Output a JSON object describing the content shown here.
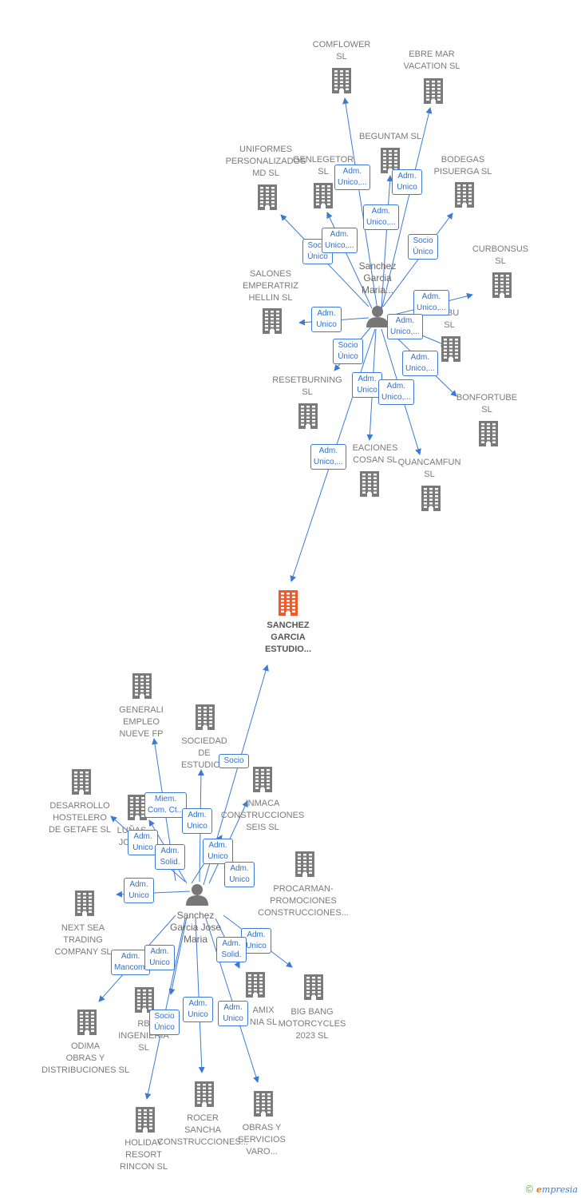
{
  "focus_company": {
    "name": "SANCHEZ\nGARCIA\nESTUDIO...",
    "color": "#f05a28"
  },
  "persons": [
    {
      "id": "p1",
      "name": "Sanchez\nGarcia\nMaria..."
    },
    {
      "id": "p2",
      "name": "Sanchez\nGarcia Jose\nMaria"
    }
  ],
  "companies": [
    {
      "id": "comflower",
      "name": "COMFLOWER\nSL"
    },
    {
      "id": "ebremar",
      "name": "EBRE MAR\nVACATION  SL"
    },
    {
      "id": "beguntam",
      "name": "BEGUNTAM  SL"
    },
    {
      "id": "uniformes",
      "name": "UNIFORMES\nPERSONALIZADOS\nMD SL"
    },
    {
      "id": "genlegetor",
      "name": "GENLEGETOR\nSL"
    },
    {
      "id": "bodegas",
      "name": "BODEGAS\nPISUERGA SL"
    },
    {
      "id": "curbonsus",
      "name": "CURBONSUS\nSL"
    },
    {
      "id": "salones",
      "name": "SALONES\nEMPERATRIZ\nHELLIN SL"
    },
    {
      "id": "mbu",
      "name": "MBU\nSL"
    },
    {
      "id": "resetburning",
      "name": "RESETBURNING\nSL"
    },
    {
      "id": "bonfortube",
      "name": "BONFORTUBE\nSL"
    },
    {
      "id": "eaciones",
      "name": "EACIONES\nCOSAN  SL"
    },
    {
      "id": "quancamfun",
      "name": "QUANCAMFUN\nSL"
    },
    {
      "id": "generali",
      "name": "GENERALI\nEMPLEO\nNUEVE FP"
    },
    {
      "id": "sociedad",
      "name": "SOCIEDAD\nDE\nESTUDIO..."
    },
    {
      "id": "inmaca",
      "name": "INMACA\nCONSTRUCCIONES\nSEIS SL"
    },
    {
      "id": "desarrollo",
      "name": "DESARROLLO\nHOSTELERO\nDE GETAFE SL"
    },
    {
      "id": "lunas",
      "name": "LUÑAS\nJOIV..."
    },
    {
      "id": "procarman",
      "name": "PROCARMAN-\nPROMOCIONES\nCONSTRUCCIONES..."
    },
    {
      "id": "nextsea",
      "name": "NEXT SEA\nTRADING\nCOMPANY  SL"
    },
    {
      "id": "bigbang",
      "name": "BIG BANG\nMOTORCYCLES\n2023  SL"
    },
    {
      "id": "amix",
      "name": "AMIX\nNIA  SL"
    },
    {
      "id": "rb",
      "name": "RB\nINGENIERIA\nSL"
    },
    {
      "id": "odima",
      "name": "ODIMA\nOBRAS Y\nDISTRIBUCIONES SL"
    },
    {
      "id": "rocer",
      "name": "ROCER\nSANCHA\nCONSTRUCCIONES..."
    },
    {
      "id": "obras",
      "name": "OBRAS Y\nSERVICIOS\nVARO..."
    },
    {
      "id": "holiday",
      "name": "HOLIDAY\nRESORT\nRINCON SL"
    }
  ],
  "edge_labels": [
    {
      "id": "e1",
      "text": "Adm.\nUnico,..."
    },
    {
      "id": "e2",
      "text": "Adm.\nUnico"
    },
    {
      "id": "e3",
      "text": "Adm.\nUnico,..."
    },
    {
      "id": "e4",
      "text": "Socio\nÚnico"
    },
    {
      "id": "e5",
      "text": "Adm.\nUnico,..."
    },
    {
      "id": "e6",
      "text": "Socio\nÚnico"
    },
    {
      "id": "e7",
      "text": "Adm.\nUnico,..."
    },
    {
      "id": "e8",
      "text": "Adm.\nUnico"
    },
    {
      "id": "e9",
      "text": "Adm.\nUnico,..."
    },
    {
      "id": "e10",
      "text": "Socio\nÚnico"
    },
    {
      "id": "e11",
      "text": "Adm.\nUnico,..."
    },
    {
      "id": "e12",
      "text": "Adm.\nUnico"
    },
    {
      "id": "e13",
      "text": "Adm.\nUnico,..."
    },
    {
      "id": "e14",
      "text": "Adm.\nUnico,..."
    },
    {
      "id": "e15",
      "text": "Socio"
    },
    {
      "id": "e16",
      "text": "Miem.\nCom. Ct..."
    },
    {
      "id": "e17",
      "text": "Adm.\nUnico"
    },
    {
      "id": "e18",
      "text": "Adm.\nUnico"
    },
    {
      "id": "e19",
      "text": "Adm.\nSolid."
    },
    {
      "id": "e20",
      "text": "Adm.\nUnico"
    },
    {
      "id": "e21",
      "text": "Adm.\nUnico"
    },
    {
      "id": "e22",
      "text": "Adm.\nUnico"
    },
    {
      "id": "e23",
      "text": "Adm.\nUnico"
    },
    {
      "id": "e24",
      "text": "Adm.\nSolid."
    },
    {
      "id": "e25",
      "text": "Adm.\nMancom."
    },
    {
      "id": "e26",
      "text": "Adm.\nUnico"
    },
    {
      "id": "e27",
      "text": "Socio\nÚnico"
    },
    {
      "id": "e28",
      "text": "Adm.\nUnico"
    },
    {
      "id": "e29",
      "text": "Adm.\nUnico"
    }
  ],
  "footer": {
    "copyright": "©",
    "brand_initial": "e",
    "brand_rest": "mpresia"
  },
  "colors": {
    "edge": "#3b7bd6",
    "building": "#7a7a7a",
    "focus": "#f05a28",
    "person": "#777777"
  },
  "icons": {
    "company": "building-icon",
    "person": "person-icon"
  }
}
